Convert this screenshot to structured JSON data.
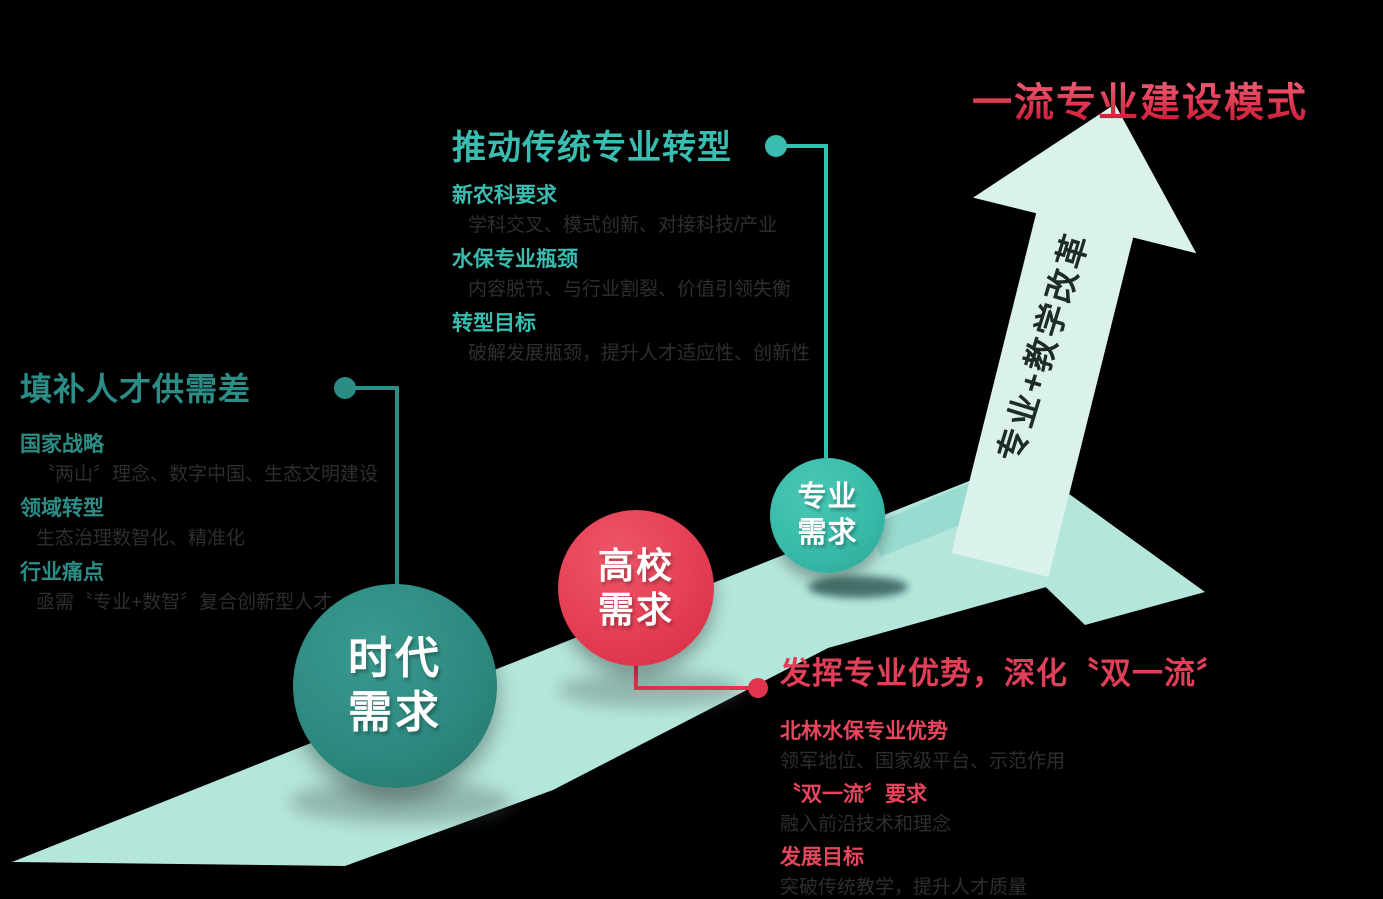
{
  "title": "一流专业建设模式",
  "arrow_label": "专业+教学改革",
  "circles": [
    {
      "id": "era",
      "line1": "时代",
      "line2": "需求",
      "color": "#2d8a80"
    },
    {
      "id": "university",
      "line1": "高校",
      "line2": "需求",
      "color": "#e33c52"
    },
    {
      "id": "major",
      "line1": "专业",
      "line2": "需求",
      "color": "#38b9a8"
    }
  ],
  "blocks": {
    "left": {
      "heading": "填补人才供需差",
      "items": [
        {
          "label": "国家战略",
          "desc": "〝两山〞理念、数字中国、生态文明建设"
        },
        {
          "label": "领域转型",
          "desc": "生态治理数智化、精准化"
        },
        {
          "label": "行业痛点",
          "desc": "亟需〝专业+数智〞复合创新型人才"
        }
      ]
    },
    "top": {
      "heading": "推动传统专业转型",
      "items": [
        {
          "label": "新农科要求",
          "desc": "学科交叉、模式创新、对接科技/产业"
        },
        {
          "label": "水保专业瓶颈",
          "desc": "内容脱节、与行业割裂、价值引领失衡"
        },
        {
          "label": "转型目标",
          "desc": "破解发展瓶颈，提升人才适应性、创新性"
        }
      ]
    },
    "right": {
      "heading": "发挥专业优势，深化〝双一流〞",
      "items": [
        {
          "label": "北林水保专业优势",
          "desc": "领军地位、国家级平台、示范作用"
        },
        {
          "label": "〝双一流〞要求",
          "desc": "融入前沿技术和理念"
        },
        {
          "label": "发展目标",
          "desc": "突破传统教学，提升人才质量"
        }
      ]
    }
  },
  "colors": {
    "background": "#000000",
    "teal_dark": "#2b8d85",
    "teal_bright": "#38bdb0",
    "red": "#e13f58",
    "title_red_top": "#f46e82",
    "title_red_bottom": "#c9132f",
    "ramp_mint": "#b5e6dc",
    "arrow_mint": "#daf1ec",
    "body_text": "#2e2e2e",
    "circle_text": "#ffffff"
  }
}
